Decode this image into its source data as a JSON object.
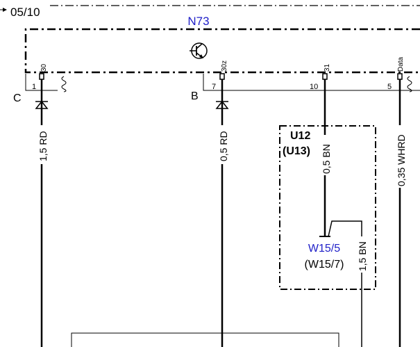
{
  "page_ref": "05/10",
  "component": {
    "label": "N73"
  },
  "terminals": [
    {
      "id": "t30",
      "terminal": "30",
      "pin": "1",
      "connector": "C"
    },
    {
      "id": "t30z",
      "terminal": "30z",
      "pin": "7",
      "connector": "B"
    },
    {
      "id": "t31",
      "terminal": "31",
      "pin": "10"
    },
    {
      "id": "tdata",
      "terminal": "Data",
      "pin": "5"
    }
  ],
  "wires": [
    {
      "id": "w1",
      "label": "1,5 RD"
    },
    {
      "id": "w2",
      "label": "0,5 RD"
    },
    {
      "id": "w3",
      "label": "0,5 BN"
    },
    {
      "id": "w4",
      "label": "0,35 WHRD"
    },
    {
      "id": "w5",
      "label": "1,5 BN"
    }
  ],
  "sub_module": {
    "label": "U12",
    "alt_label": "(U13)"
  },
  "ground_point": {
    "label": "W15/5",
    "alt_label": "(W15/7)"
  },
  "colors": {
    "line": "#000000",
    "component_label": "#1f1fc8"
  }
}
